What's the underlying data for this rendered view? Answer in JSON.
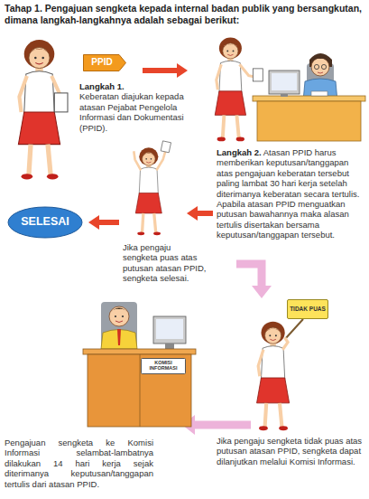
{
  "diagram": {
    "title": "Tahap 1. Pengajuan sengketa kepada internal badan publik yang bersangkutan, dimana langkah-langkahnya adalah sebagai berikut:",
    "nodes": [
      {
        "text": [
          "PPID"
        ]
      },
      {
        "text": [
          "SELESAI"
        ]
      },
      {
        "text": [
          "TIDAK PUAS"
        ]
      },
      {
        "text": [
          "KOMISI INFORMASI"
        ]
      }
    ],
    "labels": [
      "Langkah 1.",
      "Keberatan diajukan kepada atasan Pejabat Pengelola Informasi dan Dokumentasi (PPID).",
      "Langkah 2.",
      "Atasan PPID harus memberikan keputusan/tanggapan atas pengajuan keberatan tersebut paling lambat 30 hari kerja setelah diterimanya keberatan secara tertulis. Apabila atasan PPID menguatkan putusan bawahannya maka alasan tertulis disertakan bersama keputusan/tanggapan tersebut.",
      "Jika pengaju sengketa puas atas putusan atasan PPID, sengketa selesai.",
      "Pengajuan sengketa ke Komisi Informasi selambat-lambatnya dilakukan 14 hari kerja sejak diterimanya keputusan/tanggapan tertulis dari atasan PPID.",
      "Jika pengaju sengketa tidak puas atas putusan atasan PPID, sengketa dapat dilanjutkan melalui Komisi Informasi."
    ]
  }
}
